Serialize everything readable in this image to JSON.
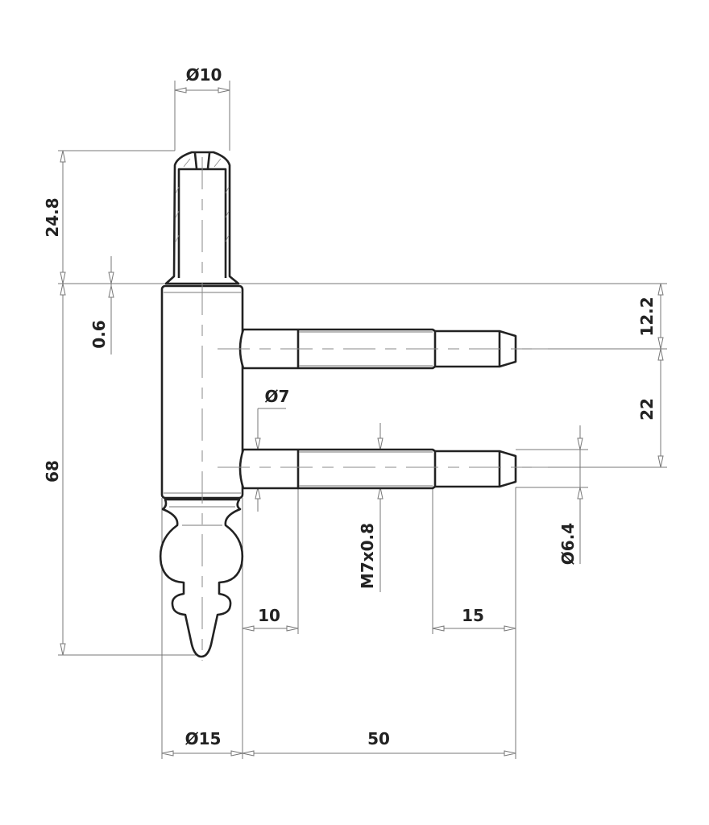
{
  "drawing": {
    "title": "Hinge pin technical drawing",
    "dimensions": {
      "cap_diameter": "Ø10",
      "cap_height": "24.8",
      "gap": "0.6",
      "barrel_height": "68",
      "top_pin_offset": "12.2",
      "pin_spacing": "22",
      "pin_diameter": "Ø7",
      "thread": "M7x0.8",
      "tip_diameter": "Ø6.4",
      "plain_length": "10",
      "tip_length": "15",
      "barrel_diameter": "Ø15",
      "pin_length": "50"
    }
  }
}
